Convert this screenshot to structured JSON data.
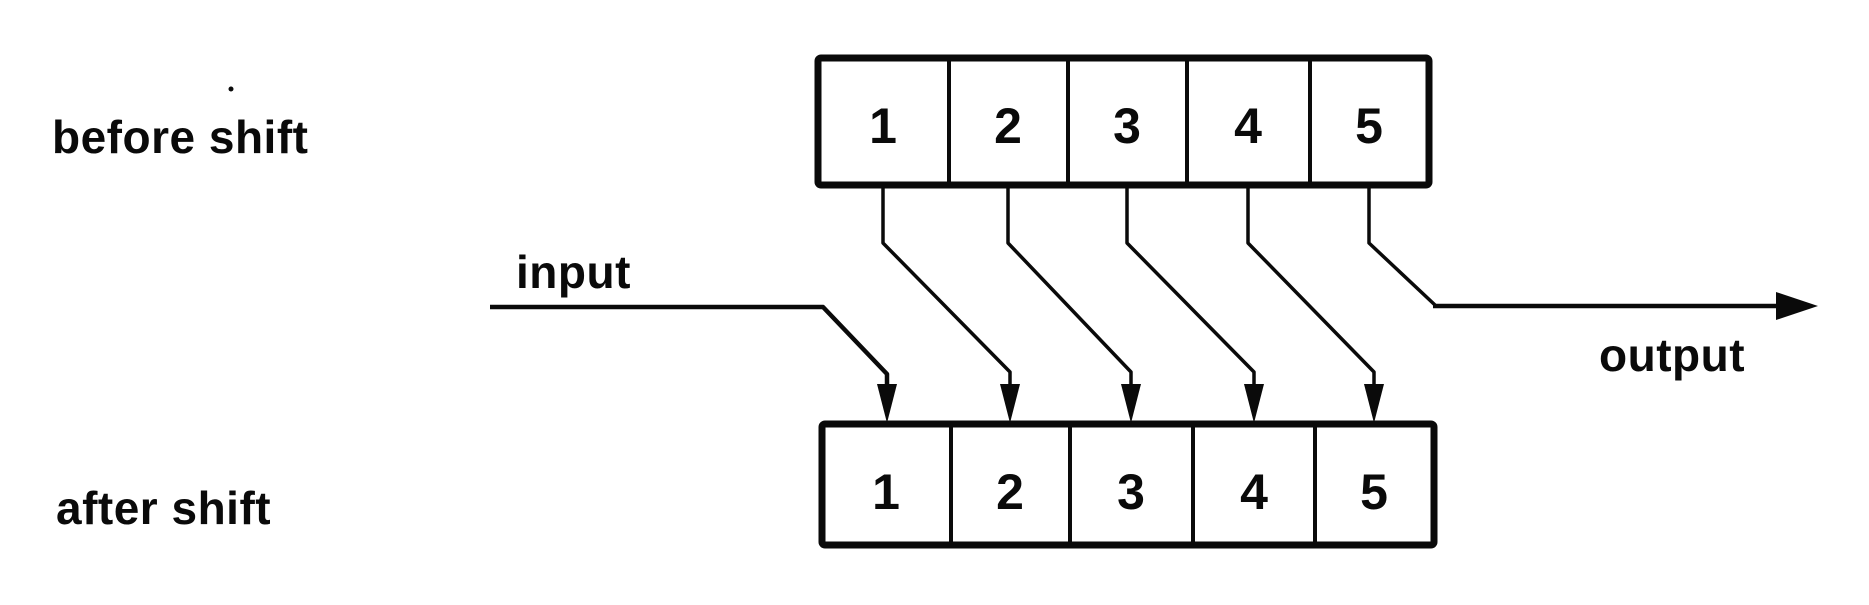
{
  "figure": {
    "labels": {
      "before": "before shift",
      "after": "after shift",
      "input": "input",
      "output": "output"
    },
    "register_before": {
      "cells": [
        "1",
        "2",
        "3",
        "4",
        "5"
      ]
    },
    "register_after": {
      "cells": [
        "1",
        "2",
        "3",
        "4",
        "5"
      ]
    },
    "colors": {
      "ink": "#0a0a0a",
      "paper": "#ffffff"
    }
  }
}
